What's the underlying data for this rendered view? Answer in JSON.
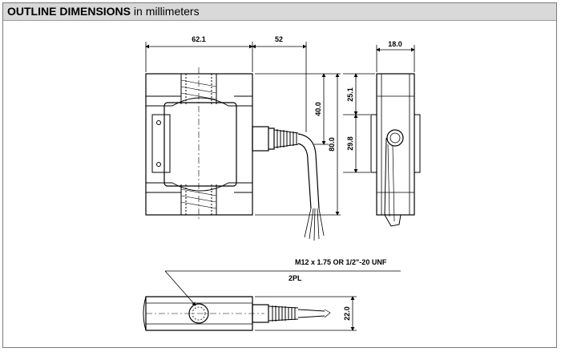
{
  "header": {
    "title_bold": "OUTLINE DIMENSIONS",
    "title_rest": "in millimeters"
  },
  "dimensions": {
    "width_body": "62.1",
    "cable_length": "52",
    "height_total": "80.0",
    "height_half": "40.0",
    "depth": "18.0",
    "side_upper": "25.1",
    "side_mid": "29.8",
    "bottom_height": "22.0"
  },
  "thread": {
    "spec": "M12 x 1.75 OR 1/2\"-20 UNF",
    "count": "2PL"
  },
  "colors": {
    "line": "#000000",
    "header_bg": "#d9d9d9"
  }
}
